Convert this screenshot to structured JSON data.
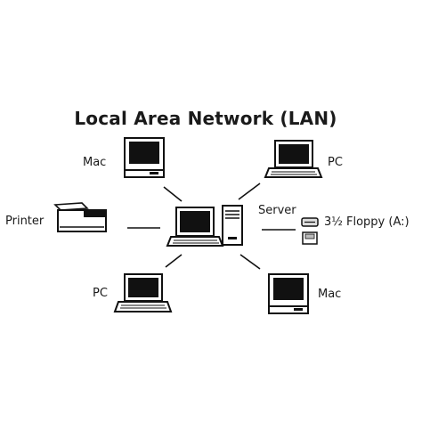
{
  "title": "Local Area Network (LAN)",
  "nodes": {
    "mac_top": "Mac",
    "pc_top": "PC",
    "printer": "Printer",
    "server": "Server",
    "floppy": "3½ Floppy (A:)",
    "pc_bottom": "PC",
    "mac_bottom": "Mac"
  },
  "icons": {
    "hub": "laptop-icon",
    "server": "server-tower-icon",
    "mac": "mac-computer-icon",
    "pc": "laptop-icon",
    "printer": "printer-icon",
    "floppy": "floppy-drive-icon"
  }
}
